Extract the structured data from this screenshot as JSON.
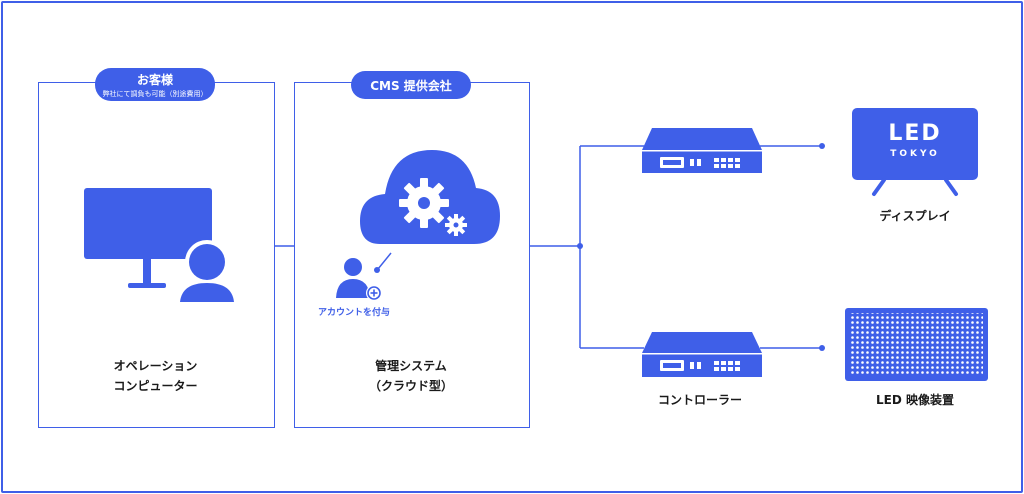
{
  "customer": {
    "badge": "お客様",
    "note": "弊社にて調負も可能（別途費用）",
    "label_line1": "オペレーション",
    "label_line2": "コンピューター"
  },
  "cms": {
    "badge": "CMS 提供会社",
    "label_line1": "管理システム",
    "label_line2": "（クラウド型）",
    "caption": "アカウントを付与"
  },
  "controller": {
    "label": "コントローラー"
  },
  "display": {
    "label": "ディスプレイ",
    "logo_top": "LED",
    "logo_bottom": "TOKYO"
  },
  "led": {
    "label": "LED 映像装置"
  },
  "colors": {
    "accent": "#3f5fe8",
    "icon": "#3f5fe8"
  }
}
